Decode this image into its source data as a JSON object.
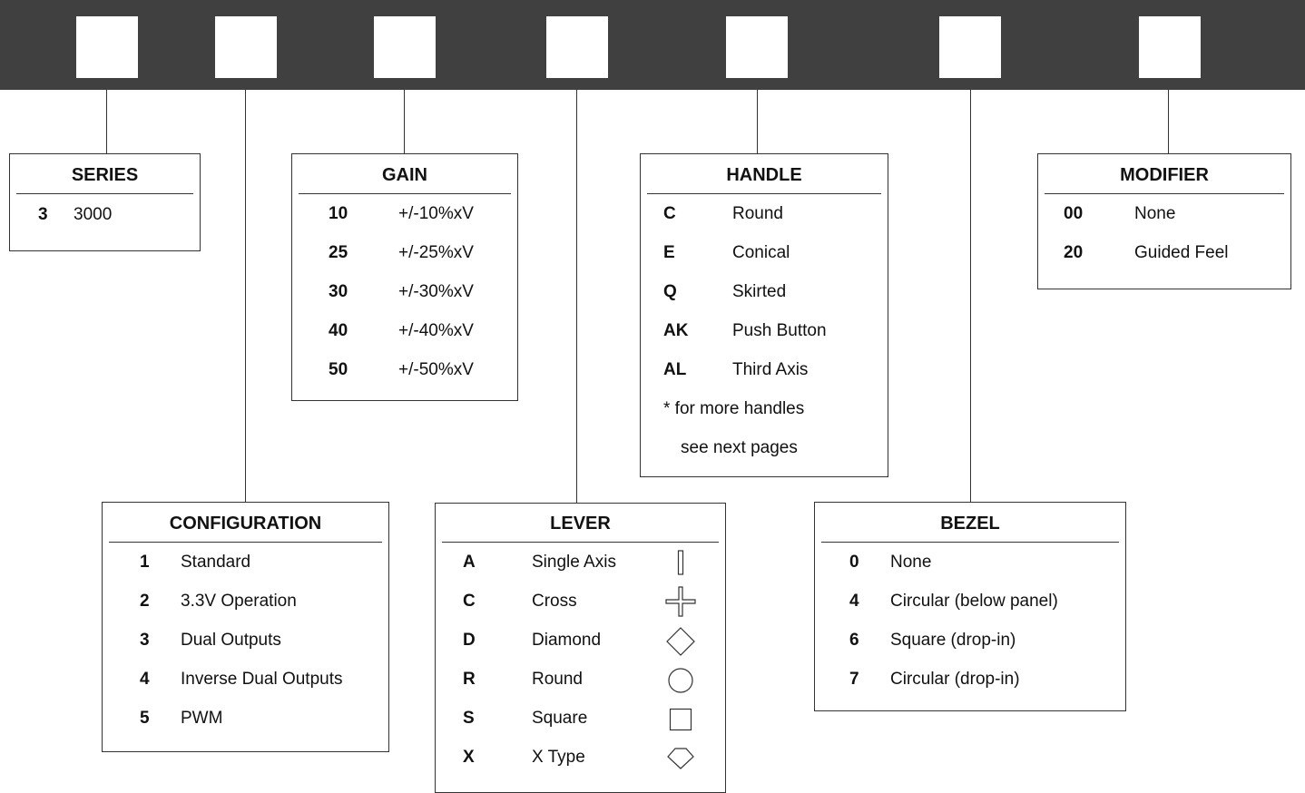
{
  "series": {
    "title": "SERIES",
    "options": [
      {
        "code": "3",
        "desc": "3000"
      }
    ]
  },
  "configuration": {
    "title": "CONFIGURATION",
    "options": [
      {
        "code": "1",
        "desc": "Standard"
      },
      {
        "code": "2",
        "desc": "3.3V Operation"
      },
      {
        "code": "3",
        "desc": "Dual Outputs"
      },
      {
        "code": "4",
        "desc": "Inverse Dual Outputs"
      },
      {
        "code": "5",
        "desc": "PWM"
      }
    ]
  },
  "gain": {
    "title": "GAIN",
    "options": [
      {
        "code": "10",
        "desc": "+/-10%xV"
      },
      {
        "code": "25",
        "desc": "+/-25%xV"
      },
      {
        "code": "30",
        "desc": "+/-30%xV"
      },
      {
        "code": "40",
        "desc": "+/-40%xV"
      },
      {
        "code": "50",
        "desc": "+/-50%xV"
      }
    ]
  },
  "lever": {
    "title": "LEVER",
    "options": [
      {
        "code": "A",
        "desc": "Single Axis",
        "icon": "single-axis-gate-icon"
      },
      {
        "code": "C",
        "desc": "Cross",
        "icon": "cross-gate-icon"
      },
      {
        "code": "D",
        "desc": "Diamond",
        "icon": "diamond-gate-icon"
      },
      {
        "code": "R",
        "desc": "Round",
        "icon": "round-gate-icon"
      },
      {
        "code": "S",
        "desc": "Square",
        "icon": "square-gate-icon"
      },
      {
        "code": "X",
        "desc": "X Type",
        "icon": "x-type-gate-icon"
      }
    ]
  },
  "handle": {
    "title": "HANDLE",
    "options": [
      {
        "code": "C",
        "desc": "Round"
      },
      {
        "code": "E",
        "desc": "Conical"
      },
      {
        "code": "Q",
        "desc": "Skirted"
      },
      {
        "code": "AK",
        "desc": "Push Button"
      },
      {
        "code": "AL",
        "desc": "Third Axis"
      }
    ],
    "note_line1": "*  for more handles",
    "note_line2": "see next pages"
  },
  "bezel": {
    "title": "BEZEL",
    "options": [
      {
        "code": "0",
        "desc": "None"
      },
      {
        "code": "4",
        "desc": "Circular (below panel)"
      },
      {
        "code": "6",
        "desc": "Square (drop-in)"
      },
      {
        "code": "7",
        "desc": "Circular (drop-in)"
      }
    ]
  },
  "modifier": {
    "title": "MODIFIER",
    "options": [
      {
        "code": "00",
        "desc": "None"
      },
      {
        "code": "20",
        "desc": "Guided Feel"
      }
    ]
  },
  "colors": {
    "bar": "#404040",
    "line": "#333333",
    "text": "#111111",
    "background": "#ffffff"
  }
}
